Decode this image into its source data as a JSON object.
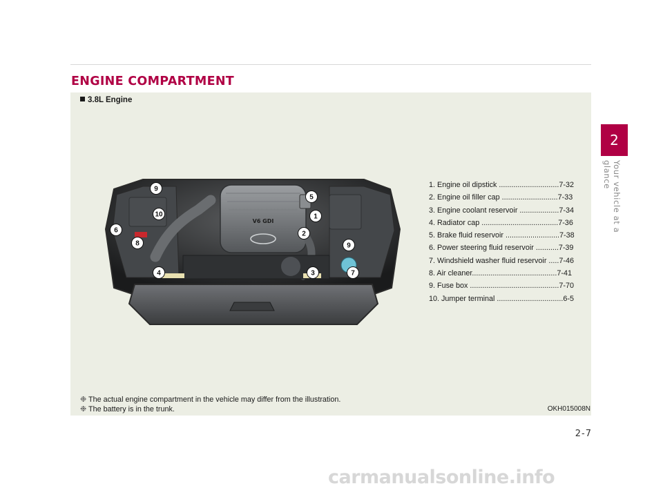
{
  "header": {
    "title": "ENGINE COMPARTMENT"
  },
  "figure": {
    "engine_label": "3.8L Engine",
    "badge_text": "V6 GDI",
    "figure_code": "OKH015008N",
    "callouts": [
      "1",
      "2",
      "3",
      "4",
      "5",
      "6",
      "7",
      "8",
      "9",
      "10"
    ],
    "legend": [
      "1. Engine oil dipstick .............................7-32",
      "2. Engine oil filler cap ...........................7-33",
      "3. Engine coolant reservoir ...................7-34",
      "4. Radiator cap .....................................7-36",
      "5. Brake fluid reservoir ..........................7-38",
      "6. Power steering fluid reservoir ...........7-39",
      "7. Windshield washer fluid reservoir .....7-46",
      "8. Air cleaner.........................................7-41",
      "9. Fuse box ...........................................7-70",
      "10. Jumper terminal ................................6-5"
    ],
    "notes": [
      "The actual engine compartment in the vehicle may differ from the illustration.",
      "The battery is in the trunk."
    ],
    "note_mark": "❉"
  },
  "sidebar": {
    "chapter_number": "2",
    "chapter_title": "Your vehicle at a glance"
  },
  "footer": {
    "page_number": "2-7",
    "watermark": "carmanualsonline.info"
  },
  "colors": {
    "accent": "#b00044",
    "panel": "#eceee4"
  }
}
